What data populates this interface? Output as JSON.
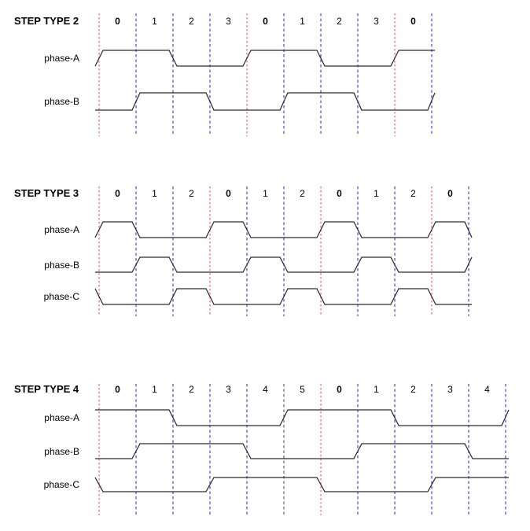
{
  "colors": {
    "waveform": "#2b2b2b",
    "red_line": "#ee7777",
    "blue_line": "#4747d6",
    "dark_line": "#555555",
    "text": "#000000",
    "background": "#ffffff"
  },
  "sections": [
    {
      "title": "STEP TYPE 2",
      "step_labels": [
        "0",
        "1",
        "2",
        "3",
        "0",
        "1",
        "2",
        "3",
        "0"
      ],
      "boundary_colors": [
        "red",
        "blue",
        "blue",
        "blue",
        "red",
        "blue",
        "blue",
        "blue",
        "red",
        "blue"
      ],
      "phases": [
        {
          "label": "phase-A",
          "levels": [
            1,
            1,
            0,
            0,
            1,
            1,
            0,
            0,
            1
          ],
          "lead": "rise",
          "tail": "flat"
        },
        {
          "label": "phase-B",
          "levels": [
            0,
            1,
            1,
            0,
            0,
            1,
            1,
            0,
            0
          ],
          "lead": "flat",
          "tail": "rise"
        }
      ]
    },
    {
      "title": "STEP TYPE 3",
      "step_labels": [
        "0",
        "1",
        "2",
        "0",
        "1",
        "2",
        "0",
        "1",
        "2",
        "0"
      ],
      "boundary_colors": [
        "red",
        "blue",
        "blue",
        "red",
        "blue",
        "blue",
        "red",
        "blue",
        "blue",
        "red",
        "blue"
      ],
      "phases": [
        {
          "label": "phase-A",
          "levels": [
            1,
            0,
            0,
            1,
            0,
            0,
            1,
            0,
            0,
            1
          ],
          "lead": "rise",
          "tail": "fall"
        },
        {
          "label": "phase-B",
          "levels": [
            0,
            1,
            0,
            0,
            1,
            0,
            0,
            1,
            0,
            0
          ],
          "lead": "flat",
          "tail": "rise"
        },
        {
          "label": "phase-C",
          "levels": [
            0,
            0,
            1,
            0,
            0,
            1,
            0,
            0,
            1,
            0
          ],
          "lead": "fall",
          "tail": "flat"
        }
      ]
    },
    {
      "title": "STEP TYPE 4",
      "step_labels": [
        "0",
        "1",
        "2",
        "3",
        "4",
        "5",
        "0",
        "1",
        "2",
        "3",
        "4"
      ],
      "boundary_colors": [
        "red",
        "blue",
        "blue",
        "blue",
        "blue",
        "dark",
        "red",
        "blue",
        "blue",
        "blue",
        "blue",
        "blue"
      ],
      "phases": [
        {
          "label": "phase-A",
          "levels": [
            1,
            1,
            0,
            0,
            0,
            1,
            1,
            1,
            0,
            0,
            0
          ],
          "lead": "flat",
          "tail": "rise"
        },
        {
          "label": "phase-B",
          "levels": [
            0,
            1,
            1,
            1,
            0,
            0,
            0,
            1,
            1,
            1,
            0
          ],
          "lead": "flat",
          "tail": "flat"
        },
        {
          "label": "phase-C",
          "levels": [
            0,
            0,
            0,
            1,
            1,
            1,
            0,
            0,
            0,
            1,
            1
          ],
          "lead": "fall",
          "tail": "flat"
        }
      ]
    }
  ]
}
